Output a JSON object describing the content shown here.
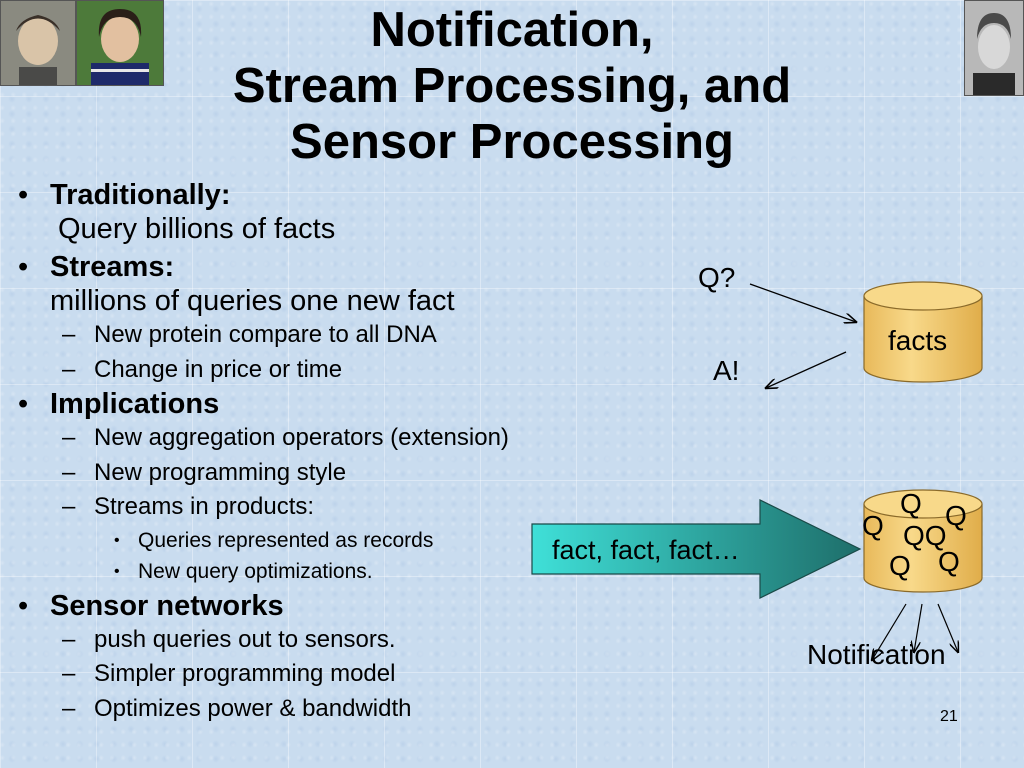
{
  "title": {
    "line1": "Notification,",
    "line2": "Stream Processing, and",
    "line3": "Sensor Processing"
  },
  "bullets": {
    "traditionally": {
      "head": "Traditionally:",
      "sub": "Query billions of facts"
    },
    "streams": {
      "head": "Streams:",
      "sub": "millions of queries one new fact",
      "items": [
        "New protein compare to all DNA",
        "Change in price or time"
      ]
    },
    "implications": {
      "head": "Implications",
      "items": [
        "New aggregation operators (extension)",
        "New programming style",
        "Streams in products:"
      ],
      "subitems": [
        "Queries represented as records",
        "New query optimizations."
      ]
    },
    "sensor": {
      "head": "Sensor networks",
      "items": [
        "push queries out to sensors.",
        "Simpler programming model",
        "Optimizes power & bandwidth"
      ]
    }
  },
  "diagram": {
    "query_label": "Q?",
    "answer_label": "A!",
    "db_label": "facts",
    "arrow_label": "fact, fact, fact…",
    "q_marks": [
      "Q",
      "Q",
      "Q",
      "QQ",
      "Q",
      "Q"
    ],
    "notification_label": "Notification",
    "colors": {
      "cylinder": "#f5cd76",
      "cylinder_stroke": "#8a6a2a",
      "arrow_start": "#3fe0d8",
      "arrow_end": "#1e6e6a"
    }
  },
  "slide_number": "21"
}
